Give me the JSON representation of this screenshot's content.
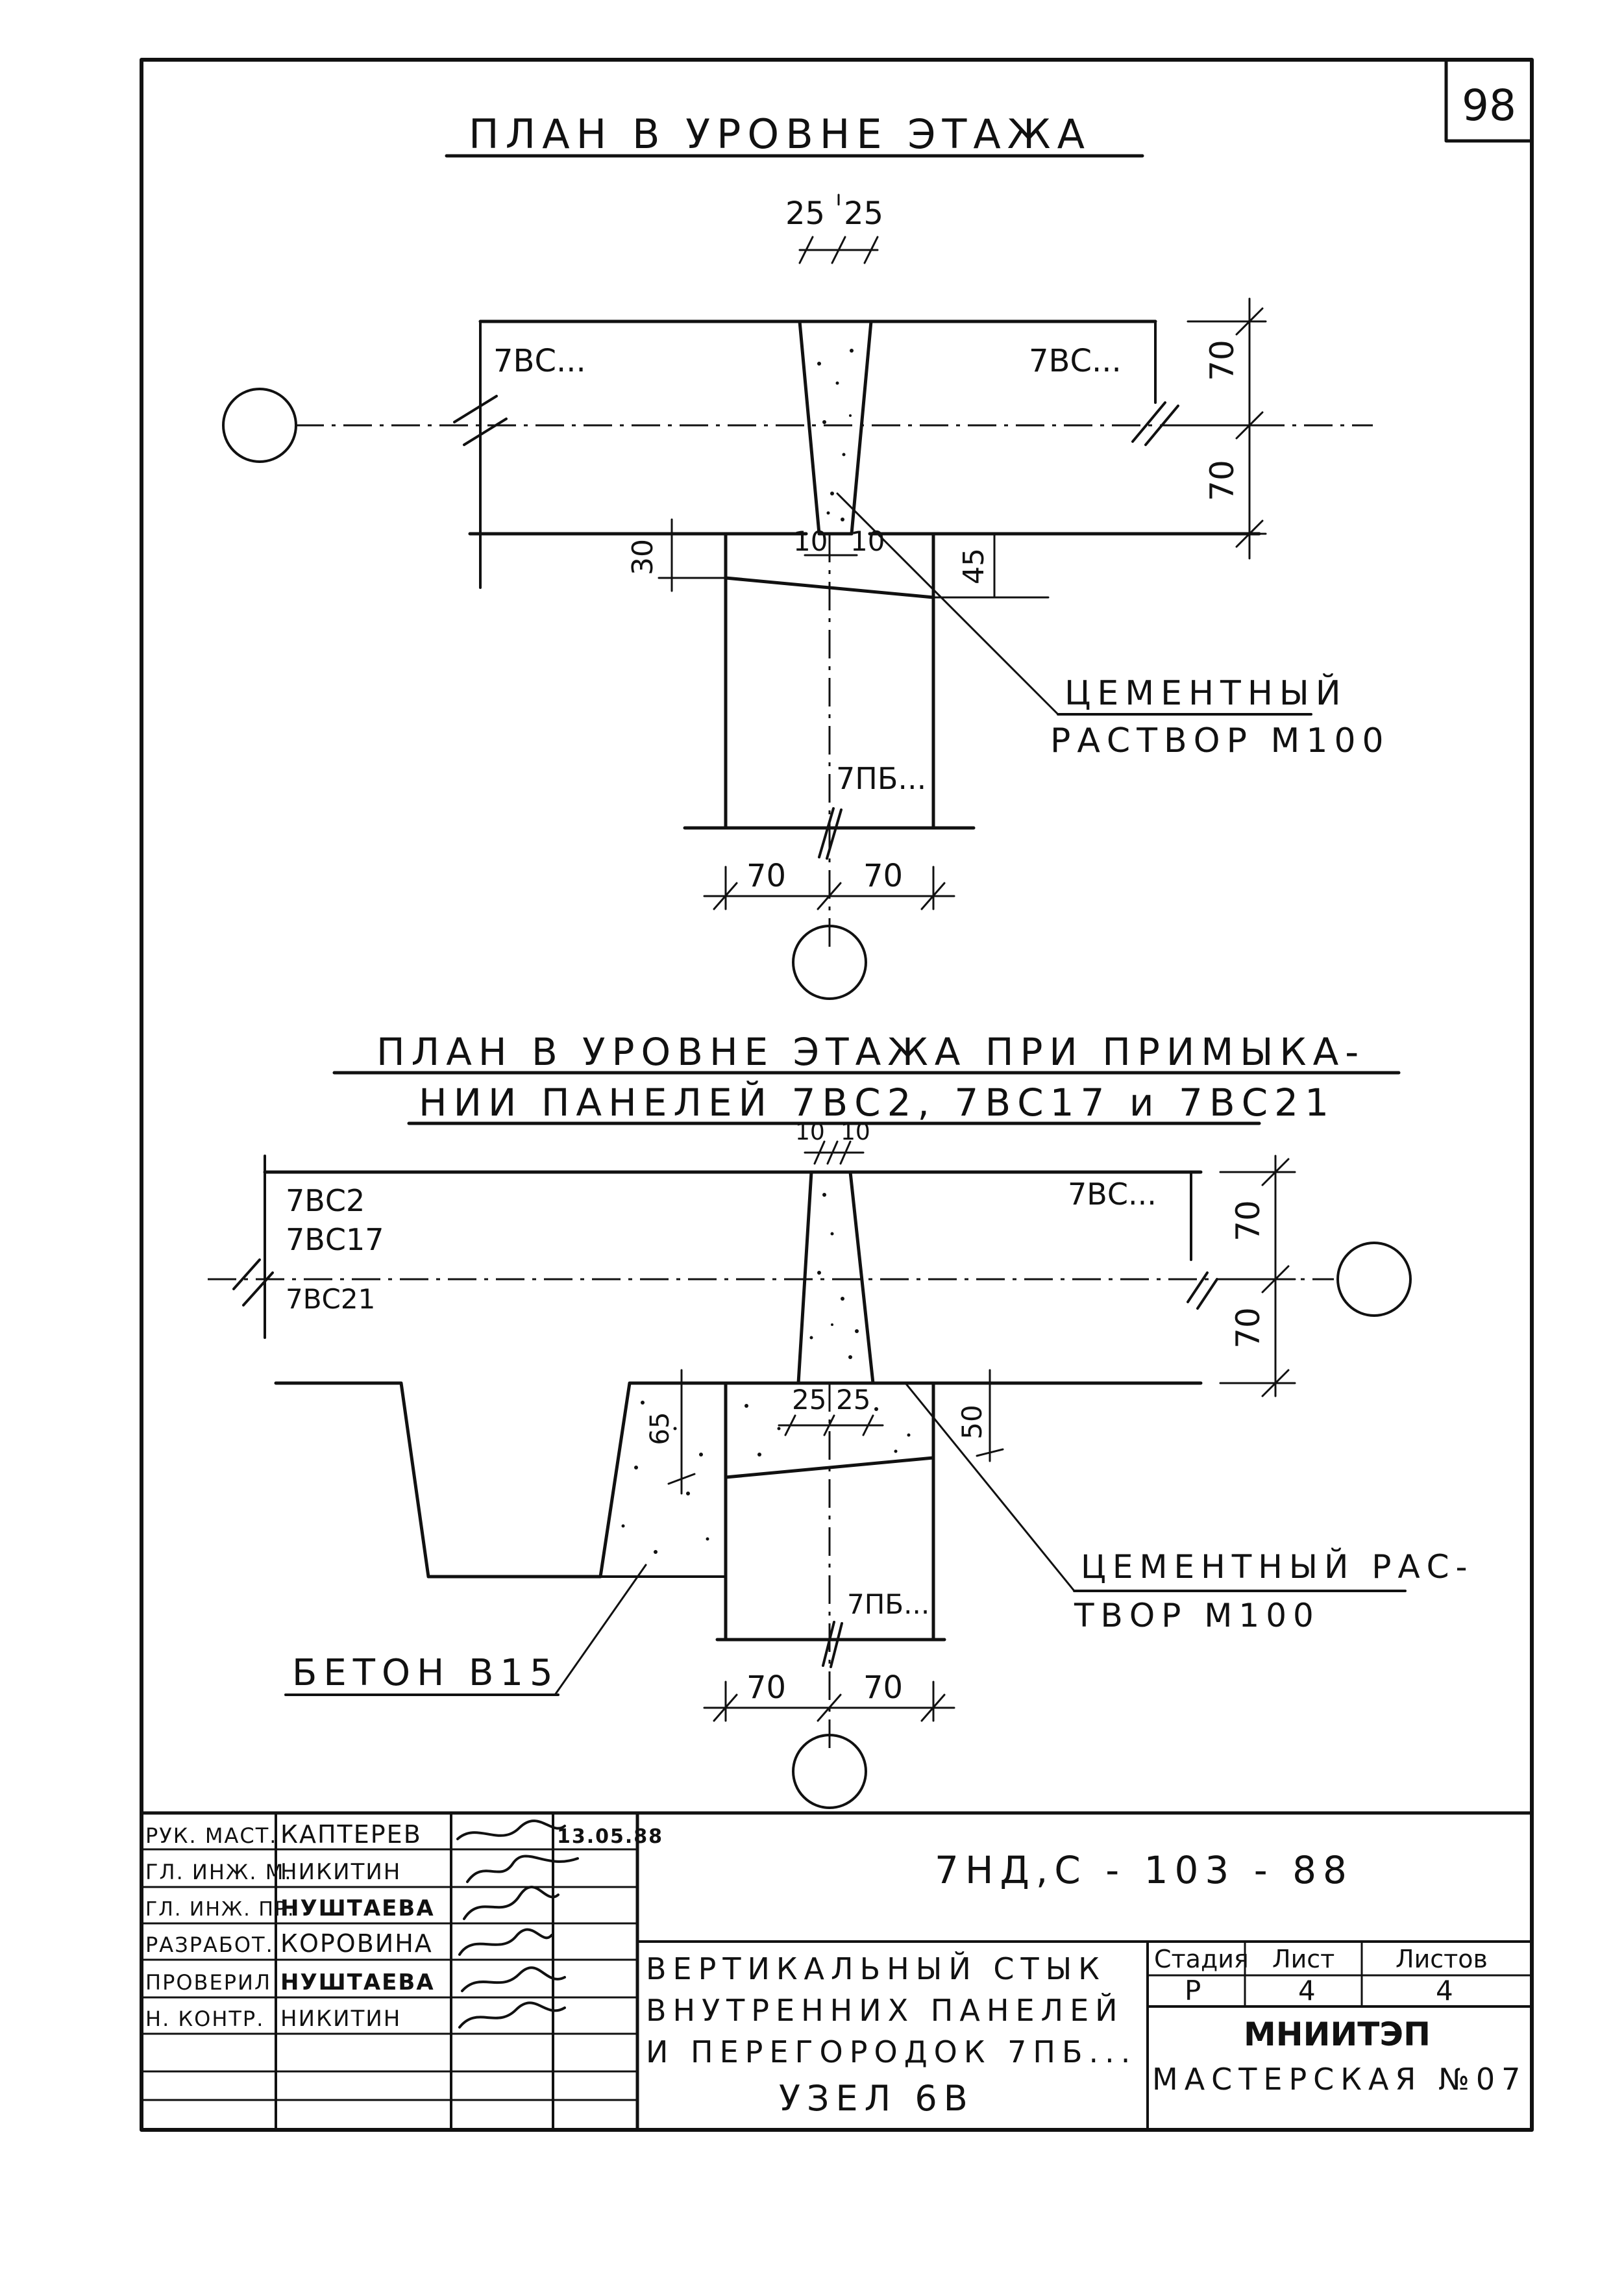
{
  "sheet_number": "98",
  "view1": {
    "title": "ПЛАН В УРОВНЕ ЭТАЖА",
    "panel_left": "7ВС...",
    "panel_right": "7ВС...",
    "partition": "7ПБ...",
    "dim_top_left": "25",
    "dim_top_right": "25",
    "dim_right_upper": "70",
    "dim_right_lower": "70",
    "dim_left_small": "30",
    "dim_gap_left": "10",
    "dim_gap_right": "10",
    "dim_right_small": "45",
    "dim_bottom_left": "70",
    "dim_bottom_right": "70",
    "callout_line1": "ЦЕМЕНТНЫЙ",
    "callout_line2": "РАСТВОР М100"
  },
  "view2": {
    "title_line1": "ПЛАН В УРОВНЕ ЭТАЖА ПРИ ПРИМЫКА-",
    "title_line2": "НИИ ПАНЕЛЕЙ 7ВС2, 7ВС17 и 7ВС21",
    "dim_top_left": "10",
    "dim_top_right": "10",
    "panel_left_1": "7ВС2",
    "panel_left_2": "7ВС17",
    "panel_left_3": "7ВС21",
    "panel_right": "7ВС...",
    "dim_right_upper": "70",
    "dim_right_lower": "70",
    "dim_inner_left": "25",
    "dim_inner_right": "25",
    "dim_65": "65",
    "dim_50": "50",
    "partition": "7ПБ...",
    "dim_bottom_left": "70",
    "dim_bottom_right": "70",
    "callout_line1": "ЦЕМЕНТНЫЙ РАС-",
    "callout_line2": "ТВОР М100",
    "concrete_label": "БЕТОН В15"
  },
  "title_block": {
    "roles": [
      "РУК. МАСТ.",
      "ГЛ. ИНЖ. М.",
      "ГЛ. ИНЖ. ПР.",
      "РАЗРАБОТ.",
      "ПРОВЕРИЛ",
      "Н. КОНТР."
    ],
    "names": [
      "КАПТЕРЕВ",
      "НИКИТИН",
      "НУШТАЕВА",
      "КОРОВИНА",
      "НУШТАЕВА",
      "НИКИТИН"
    ],
    "date": "13.05.88",
    "document_code": "7НД,С - 103 - 88",
    "description_lines": [
      "ВЕРТИКАЛЬНЫЙ СТЫК",
      "ВНУТРЕННИХ ПАНЕЛЕЙ",
      "И ПЕРЕГОРОДОК 7ПБ...",
      "УЗЕЛ 6В"
    ],
    "stage_header": "Стадия",
    "sheet_header": "Лист",
    "sheets_header": "Листов",
    "stage_value": "Р",
    "sheet_value": "4",
    "sheets_value": "4",
    "organization": "МНИИТЭП",
    "workshop": "МАСТЕРСКАЯ №07"
  }
}
